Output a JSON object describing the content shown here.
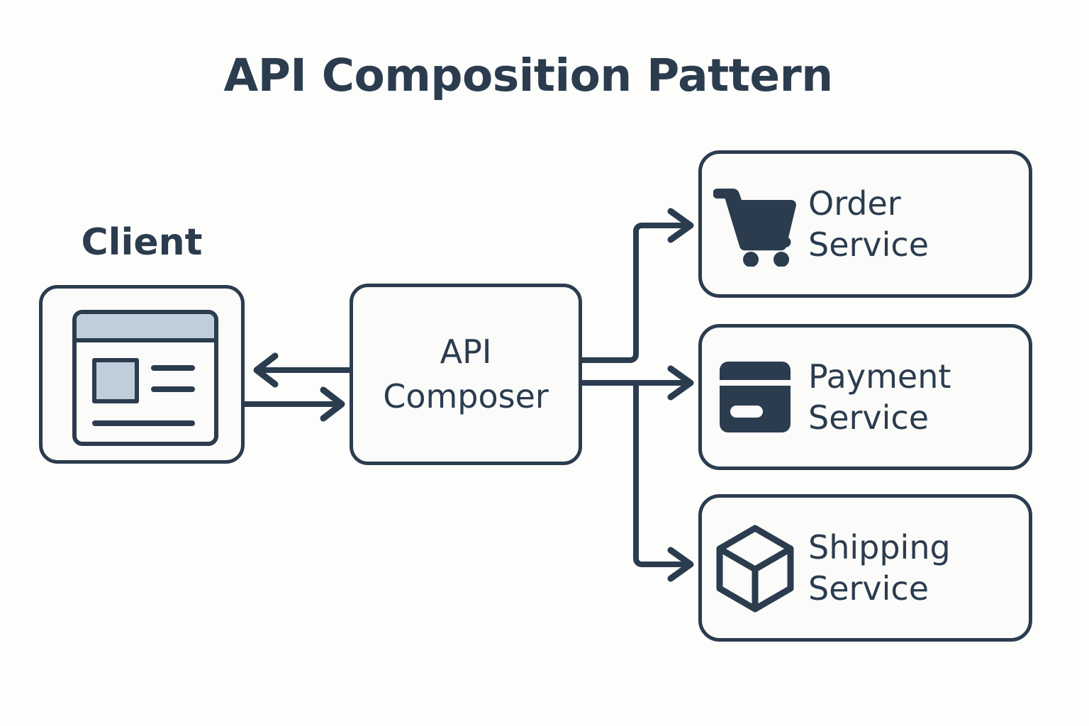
{
  "diagram": {
    "title": "API Composition Pattern",
    "background_color": "#fdfdfc",
    "stroke_color": "#2b3c4e",
    "accent_color": "#c0cdda",
    "client": {
      "label": "Client",
      "icon": "browser-window-icon"
    },
    "composer": {
      "label": "API\nComposer"
    },
    "services": [
      {
        "id": "order",
        "label": "Order\nService",
        "icon": "shopping-cart-icon"
      },
      {
        "id": "payment",
        "label": "Payment\nService",
        "icon": "credit-card-icon"
      },
      {
        "id": "shipping",
        "label": "Shipping\nService",
        "icon": "cube-box-icon"
      }
    ],
    "connectors": [
      {
        "from": "api-composer",
        "to": "client",
        "direction": "left",
        "type": "response"
      },
      {
        "from": "client",
        "to": "api-composer",
        "direction": "right",
        "type": "request"
      },
      {
        "from": "api-composer",
        "to": "order-service",
        "direction": "right",
        "type": "request"
      },
      {
        "from": "api-composer",
        "to": "payment-service",
        "direction": "right",
        "type": "request"
      },
      {
        "from": "api-composer",
        "to": "shipping-service",
        "direction": "right",
        "type": "request"
      }
    ]
  }
}
